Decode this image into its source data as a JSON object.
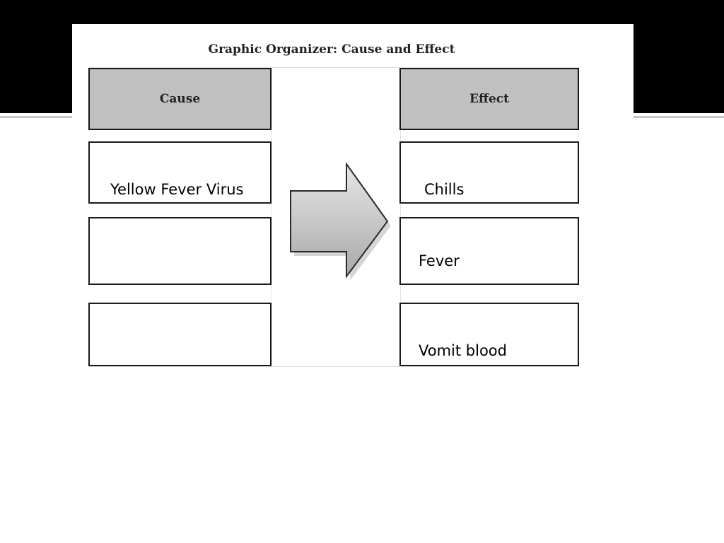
{
  "organizer": {
    "title": "Graphic Organizer: Cause and Effect",
    "cause_header": "Cause",
    "effect_header": "Effect",
    "cause_cells": [
      "Yellow Fever Virus",
      "",
      ""
    ],
    "effect_cells": [
      "Chills",
      "Fever",
      "Vomit blood"
    ],
    "arrow_icon": "right-arrow-icon",
    "colors": {
      "header_fill": "#c0c0c0",
      "top_band": "#000000",
      "arrow_fill": "#c8c8c8"
    }
  }
}
